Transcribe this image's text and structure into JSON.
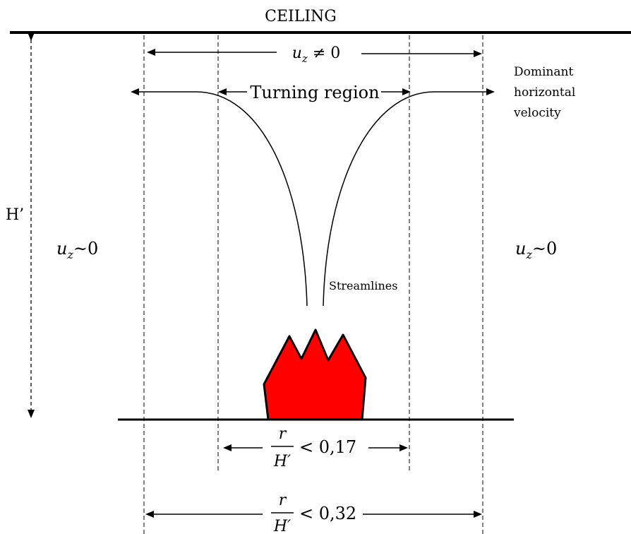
{
  "ceiling_label": "CEILING",
  "height_label": "H’",
  "turning_region_label": "Turning region",
  "dominant_label": [
    "Dominant",
    "horizontal",
    "velocity"
  ],
  "streamlines_label": "Streamlines",
  "velocity_nonzero": {
    "symbol": "u",
    "subscript": "z",
    "relation": " ≠ 0"
  },
  "velocity_zero_left": {
    "symbol": "u",
    "subscript": "z",
    "relation": "~0"
  },
  "velocity_zero_right": {
    "symbol": "u",
    "subscript": "z",
    "relation": "~0"
  },
  "inner_ratio": {
    "numerator": "r",
    "denominator": "H′",
    "relation": "< 0,17"
  },
  "outer_ratio": {
    "numerator": "r",
    "denominator": "H′",
    "relation": "< 0,32"
  },
  "colors": {
    "flame": "#ff0000",
    "line": "#000000"
  }
}
